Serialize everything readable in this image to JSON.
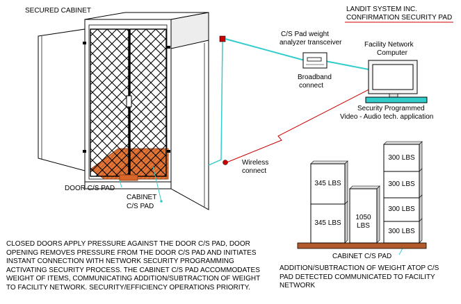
{
  "title": {
    "line1": "LANDIT SYSTEM INC.",
    "line2": "CONFIRMATION SECURITY PAD"
  },
  "labels": {
    "secured_cabinet": "SECURED CABINET",
    "transceiver_line1": "C/S Pad weight",
    "transceiver_line2": "analyzer transceiver",
    "broadband_line1": "Broadband",
    "broadband_line2": "connect",
    "computer_line1": "Facility Network",
    "computer_line2": "Computer",
    "security_line1": "Security Programmed",
    "security_line2": "Video - Audio tech. application",
    "wireless_line1": "Wireless",
    "wireless_line2": "connect",
    "door_pad": "DOOR C/S PAD",
    "cabinet_pad_line1": "CABINET",
    "cabinet_pad_line2": "C/S PAD",
    "bottom_pad": "CABINET C/S PAD"
  },
  "weight_boxes": {
    "left_top": "345 LBS",
    "left_bottom": "345 LBS",
    "middle_line1": "1050",
    "middle_line2": "LBS",
    "right_1": "300 LBS",
    "right_2": "300 LBS",
    "right_3": "300 LBS",
    "right_4": "300 LBS"
  },
  "paragraphs": {
    "left": "CLOSED DOORS APPLY PRESSURE AGAINST THE DOOR C/S PAD, DOOR\nOPENING REMOVES PRESSURE FROM THE DOOR C/S PAD AND INITIATES\nINSTANT CONNECTION WITH NETWORK SECURITY PROGRAMMING\nACTIVATING SECURITY PROCESS. THE CABINET C/S PAD ACCOMMODATES\nWEIGHT OF ITEMS, COMMUNICATING ADDITION/SUBTRACTION OF WEIGHT\nTO FACILITY NETWORK. SECURITY/EFFICIENCY OPERATIONS PRIORITY.",
    "right": "ADDITION/SUBTRACTION OF WEIGHT ATOP C/S\nPAD DETECTED COMMUNICATED TO FACILITY\nNETWORK"
  },
  "colors": {
    "cyan_link": "#33cccc",
    "red_link": "#cc0000",
    "pad_orange": "#d9662a",
    "pad_brown": "#b35a2a",
    "box_fill": "#ffffff",
    "grey_border": "#8a8a8a"
  }
}
